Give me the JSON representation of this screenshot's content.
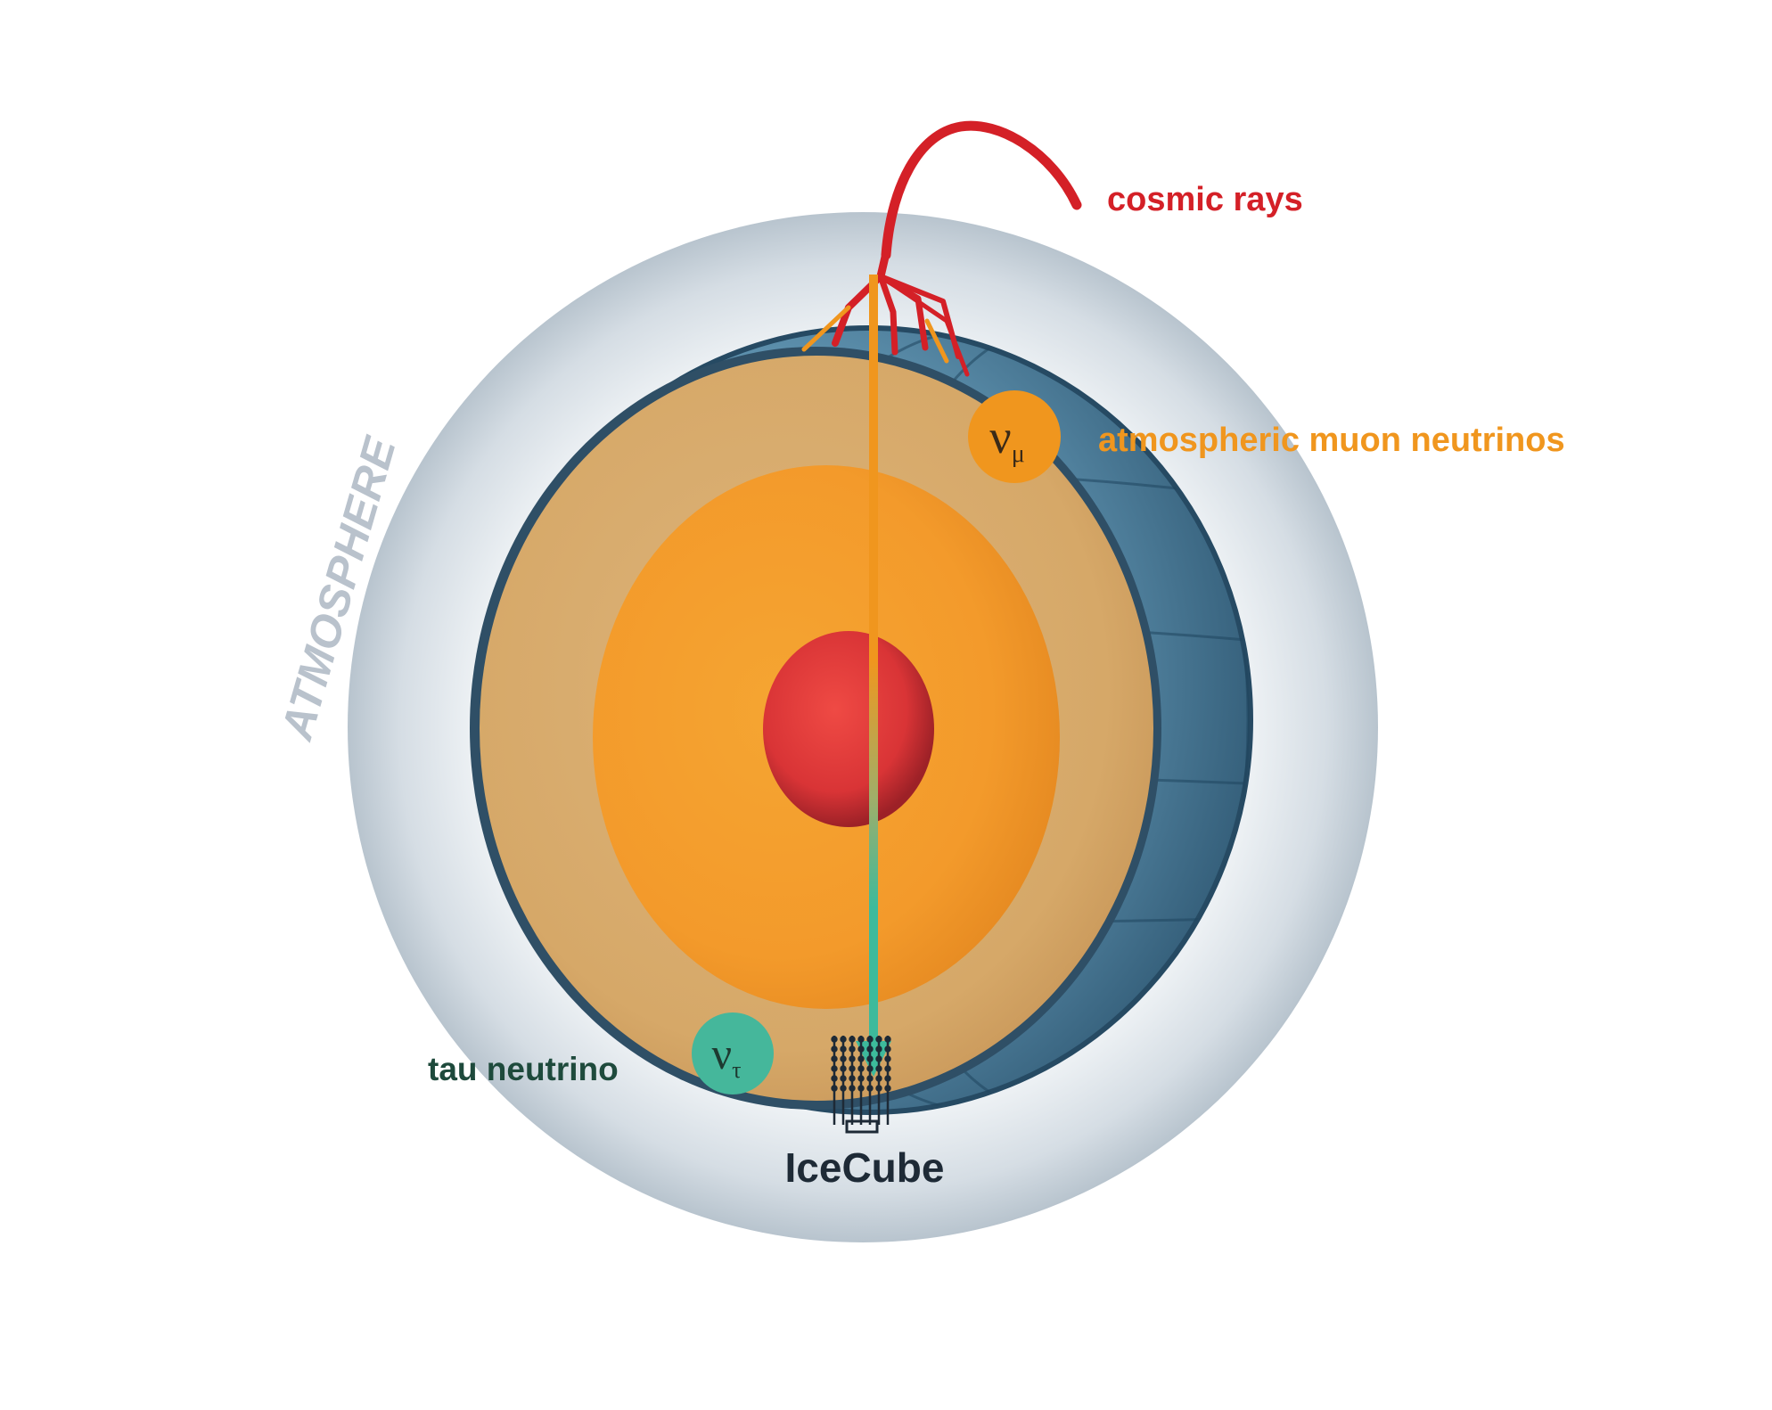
{
  "labels": {
    "cosmic_rays": "cosmic rays",
    "atmospheric_muon_neutrinos": "atmospheric muon neutrinos",
    "tau_neutrino": "tau neutrino",
    "icecube": "IceCube",
    "atmosphere": "ATMOSPHERE"
  },
  "badges": {
    "muon_neutrino": {
      "symbol": "ν",
      "subscript": "μ",
      "color": "#F0961E"
    },
    "tau_neutrino": {
      "symbol": "ν",
      "subscript": "τ",
      "color": "#45B79B"
    }
  },
  "colors": {
    "cosmic_ray": "#D42027",
    "muon_neutrino": "#F0961E",
    "tau_neutrino": "#3DBA9C",
    "tau_label": "#1E4A3C",
    "icecube_label": "#1E2A36",
    "atmosphere_label": "#B9C2CC",
    "inner_core": "#E23A3C",
    "outer_core": "#F39A2B",
    "mantle": "#D9B27A",
    "crust": "#2F4F66"
  }
}
